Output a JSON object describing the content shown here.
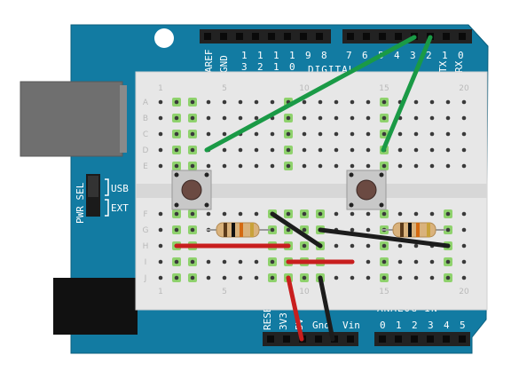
{
  "board": {
    "pcb_color": "#0f7aa0",
    "digital_top_label": "DIGITAL",
    "aref_label": "AREF",
    "gnd_top_label": "GND",
    "digital_pins_high": [
      "1",
      "1",
      "1",
      "1",
      "9",
      "8"
    ],
    "digital_pins_low": [
      "3",
      "2",
      "1",
      "0"
    ],
    "digital_pins_right": [
      "7",
      "6",
      "5",
      "4",
      "3",
      "2",
      "1",
      "0"
    ],
    "tx_label": "TX",
    "rx_label": "RX",
    "pwr_sel_label": "PWR SEL",
    "usb_label": "USB",
    "ext_label": "EXT",
    "power_labels": [
      "RESET",
      "3V3",
      "5V",
      "Gnd",
      "Vin"
    ],
    "analog_title": "ANALOG IN",
    "analog_pins": [
      "0",
      "1",
      "2",
      "3",
      "4",
      "5"
    ]
  },
  "breadboard": {
    "column_numbers": [
      "1",
      "5",
      "10",
      "15",
      "20"
    ],
    "row_letters_top": [
      "A",
      "B",
      "C",
      "D",
      "E"
    ],
    "row_letters_bottom": [
      "F",
      "G",
      "H",
      "I",
      "J"
    ]
  },
  "wires": [
    {
      "name": "green-wire-1",
      "color": "#1fa04a"
    },
    {
      "name": "green-wire-2",
      "color": "#1fa04a"
    },
    {
      "name": "red-wire-1",
      "color": "#cc1f1f"
    },
    {
      "name": "red-wire-2",
      "color": "#cc1f1f"
    },
    {
      "name": "red-wire-3",
      "color": "#cc1f1f"
    },
    {
      "name": "black-wire-1",
      "color": "#1c1c1c"
    },
    {
      "name": "black-wire-2",
      "color": "#1c1c1c"
    },
    {
      "name": "black-wire-3",
      "color": "#1c1c1c"
    }
  ]
}
